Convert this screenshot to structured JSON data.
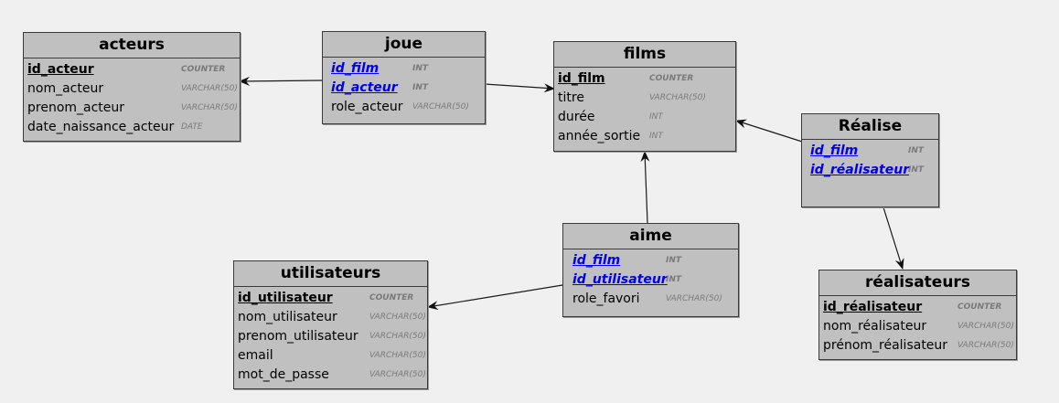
{
  "tables": {
    "acteurs": {
      "title": "acteurs",
      "fields": [
        {
          "name": "id_acteur",
          "type": "COUNTER",
          "key": "pk"
        },
        {
          "name": "nom_acteur",
          "type": "VARCHAR(50)",
          "key": ""
        },
        {
          "name": "prenom_acteur",
          "type": "VARCHAR(50)",
          "key": ""
        },
        {
          "name": "date_naissance_acteur",
          "type": "DATE",
          "key": ""
        }
      ]
    },
    "joue": {
      "title": "joue",
      "fields": [
        {
          "name": "id_film",
          "type": "INT",
          "key": "fk"
        },
        {
          "name": "id_acteur",
          "type": "INT",
          "key": "fk"
        },
        {
          "name": "role_acteur",
          "type": "VARCHAR(50)",
          "key": ""
        }
      ]
    },
    "films": {
      "title": "films",
      "fields": [
        {
          "name": "id_film",
          "type": "COUNTER",
          "key": "pk"
        },
        {
          "name": "titre",
          "type": "VARCHAR(50)",
          "key": ""
        },
        {
          "name": "durée",
          "type": "INT",
          "key": ""
        },
        {
          "name": "année_sortie",
          "type": "INT",
          "key": ""
        }
      ]
    },
    "realise": {
      "title": "Réalise",
      "fields": [
        {
          "name": "id_film",
          "type": "INT",
          "key": "fk"
        },
        {
          "name": "id_réalisateur",
          "type": "INT",
          "key": "fk"
        }
      ]
    },
    "aime": {
      "title": "aime",
      "fields": [
        {
          "name": "id_film",
          "type": "INT",
          "key": "fk"
        },
        {
          "name": "id_utilisateur",
          "type": "INT",
          "key": "fk"
        },
        {
          "name": "role_favori",
          "type": "VARCHAR(50)",
          "key": ""
        }
      ]
    },
    "utilisateurs": {
      "title": "utilisateurs",
      "fields": [
        {
          "name": "id_utilisateur",
          "type": "COUNTER",
          "key": "pk"
        },
        {
          "name": "nom_utilisateur",
          "type": "VARCHAR(50)",
          "key": ""
        },
        {
          "name": "prenom_utilisateur",
          "type": "VARCHAR(50)",
          "key": ""
        },
        {
          "name": "email",
          "type": "VARCHAR(50)",
          "key": ""
        },
        {
          "name": "mot_de_passe",
          "type": "VARCHAR(50)",
          "key": ""
        }
      ]
    },
    "realisateurs": {
      "title": "réalisateurs",
      "fields": [
        {
          "name": "id_réalisateur",
          "type": "COUNTER",
          "key": "pk"
        },
        {
          "name": "nom_réalisateur",
          "type": "VARCHAR(50)",
          "key": ""
        },
        {
          "name": "prénom_réalisateur",
          "type": "VARCHAR(50)",
          "key": ""
        }
      ]
    }
  },
  "relations": [
    {
      "from": "joue",
      "to": "acteurs"
    },
    {
      "from": "joue",
      "to": "films"
    },
    {
      "from": "realise",
      "to": "films"
    },
    {
      "from": "realise",
      "to": "realisateurs"
    },
    {
      "from": "aime",
      "to": "films"
    },
    {
      "from": "aime",
      "to": "utilisateurs"
    }
  ],
  "colors": {
    "table_bg": "#c0c0c0",
    "border": "#3a3a3a",
    "foreign_key": "#0000ee",
    "type_text": "#7a7a7a",
    "background": "#f0f0f0",
    "link": "#1a1a1a"
  }
}
